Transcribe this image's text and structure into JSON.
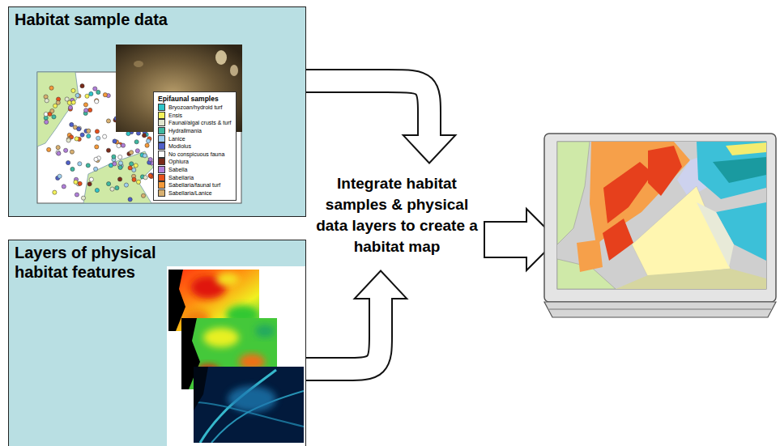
{
  "diagram": {
    "nodes": [
      {
        "text": [
          "Habitat sample data"
        ]
      },
      {
        "text": [
          "Epifaunal samples"
        ],
        "in": 0
      },
      {
        "text": [
          "Layers of physical habitat features"
        ]
      },
      {
        "text": [
          "Integrate habitat samples & physical data layers to create a habitat map"
        ]
      }
    ],
    "edges": [
      {
        "from": 0,
        "to": 3,
        "arrow": "to"
      },
      {
        "from": 2,
        "to": 3,
        "arrow": "to"
      }
    ],
    "legend": [
      {
        "text": "Bryozoan/hydroid turf",
        "color": "#2fc4c8"
      },
      {
        "text": "Ensis",
        "color": "#f4f25a"
      },
      {
        "text": "Faunal/algal crusts & turf",
        "color": "#e2e6cf"
      },
      {
        "text": "Hydrallmania",
        "color": "#3fb8a0"
      },
      {
        "text": "Lanice",
        "color": "#9fd0f0"
      },
      {
        "text": "Modiolus",
        "color": "#4f5fc8"
      },
      {
        "text": "No conspicuous fauna",
        "color": "#ffffff"
      },
      {
        "text": "Ophiura",
        "color": "#7a2a1a"
      },
      {
        "text": "Sabella",
        "color": "#b07fd8"
      },
      {
        "text": "Sabellaria",
        "color": "#e8501a"
      },
      {
        "text": "Sabellaria/faunal turf",
        "color": "#f59a3a"
      },
      {
        "text": "Sabellaria/Lanice",
        "color": "#d8b070"
      }
    ]
  }
}
